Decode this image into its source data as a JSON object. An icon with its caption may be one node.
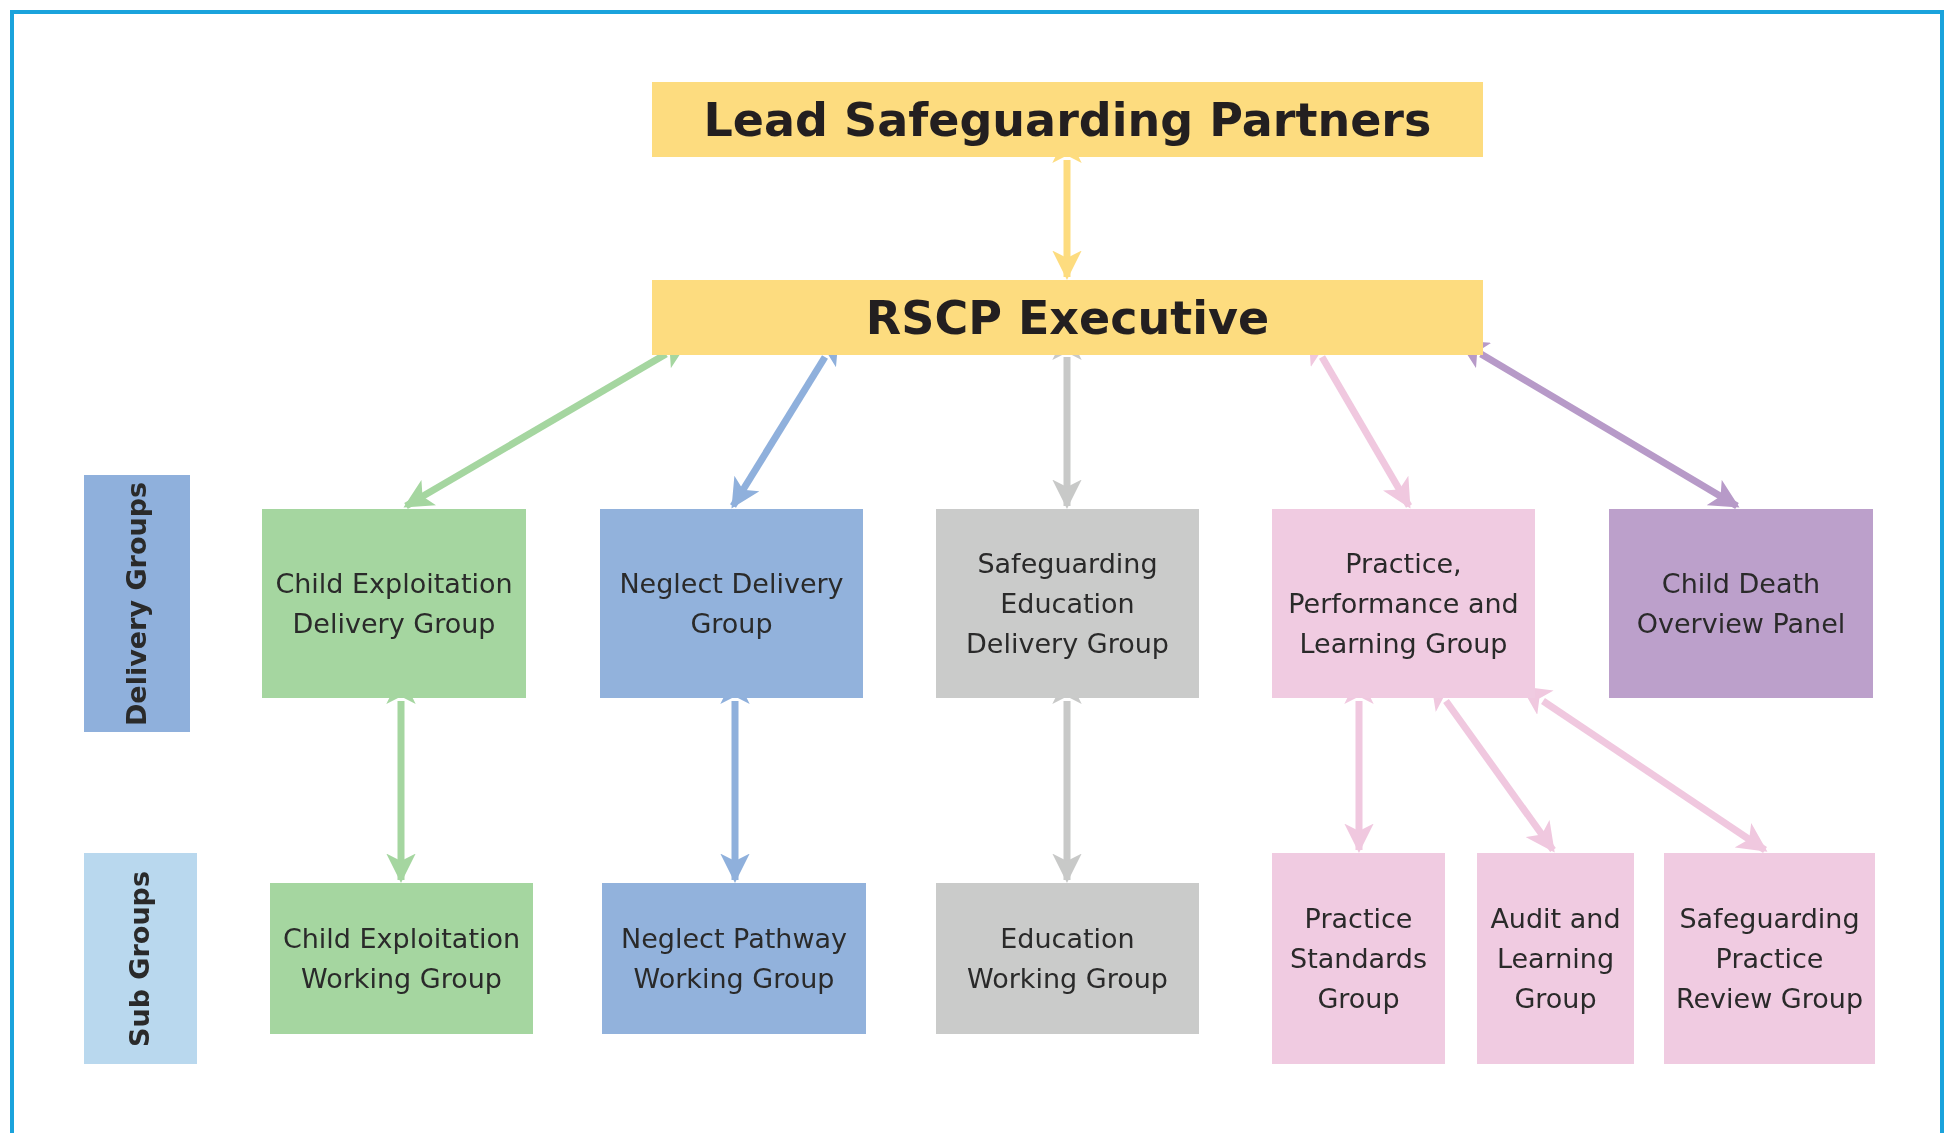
{
  "diagram": {
    "nodes": [
      {
        "text": [
          "Lead Safeguarding Partners"
        ]
      },
      {
        "text": [
          "RSCP Executive"
        ]
      },
      {
        "text": [
          "Delivery Groups"
        ]
      },
      {
        "text": [
          "Sub Groups"
        ]
      },
      {
        "text": [
          "Child Exploitation Delivery Group"
        ]
      },
      {
        "text": [
          "Neglect Delivery Group"
        ]
      },
      {
        "text": [
          "Safeguarding Education Delivery Group"
        ]
      },
      {
        "text": [
          "Practice, Performance and Learning Group"
        ]
      },
      {
        "text": [
          "Child Death Overview Panel"
        ]
      },
      {
        "text": [
          "Child Exploitation Working Group"
        ]
      },
      {
        "text": [
          "Neglect Pathway Working Group"
        ]
      },
      {
        "text": [
          "Education Working Group"
        ]
      },
      {
        "text": [
          "Practice Standards Group"
        ]
      },
      {
        "text": [
          "Audit and Learning Group"
        ]
      },
      {
        "text": [
          "Safeguarding Practice Review Group"
        ]
      }
    ],
    "edges": [
      {
        "from": 0,
        "to": 1,
        "arrow": "both",
        "color": "#fddc7f"
      },
      {
        "from": 1,
        "to": 4,
        "arrow": "both",
        "color": "#a5d6a0"
      },
      {
        "from": 1,
        "to": 5,
        "arrow": "both",
        "color": "#8fb0dc"
      },
      {
        "from": 1,
        "to": 6,
        "arrow": "both",
        "color": "#c8c9c8"
      },
      {
        "from": 1,
        "to": 7,
        "arrow": "both",
        "color": "#f0c8df"
      },
      {
        "from": 1,
        "to": 8,
        "arrow": "both",
        "color": "#b79ac8"
      },
      {
        "from": 4,
        "to": 9,
        "arrow": "both",
        "color": "#a5d6a0"
      },
      {
        "from": 5,
        "to": 10,
        "arrow": "both",
        "color": "#8fb0dc"
      },
      {
        "from": 6,
        "to": 11,
        "arrow": "both",
        "color": "#c8c9c8"
      },
      {
        "from": 7,
        "to": 12,
        "arrow": "both",
        "color": "#f0c8df"
      },
      {
        "from": 7,
        "to": 13,
        "arrow": "both",
        "color": "#f0c8df"
      },
      {
        "from": 7,
        "to": 14,
        "arrow": "both",
        "color": "#f0c8df"
      }
    ]
  }
}
